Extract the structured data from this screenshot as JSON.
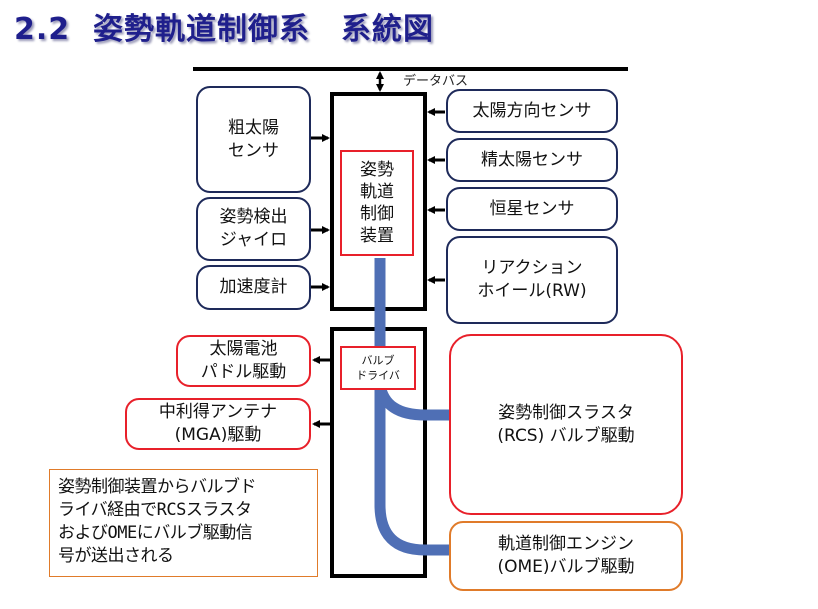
{
  "title": "2.2  姿勢軌道制御系　系統図",
  "bus": {
    "label": "データバス"
  },
  "controller": {
    "label": "姿勢\n軌道\n制御\n装置"
  },
  "valve_driver": {
    "label": "バルブ\nドライバ"
  },
  "left_inputs": [
    {
      "id": "coarse-sun-sensor",
      "label": "粗太陽\nセンサ"
    },
    {
      "id": "attitude-gyro",
      "label": "姿勢検出\nジャイロ"
    },
    {
      "id": "accelerometer",
      "label": "加速度計"
    }
  ],
  "right_inputs": [
    {
      "id": "sun-direction-sensor",
      "label": "太陽方向センサ"
    },
    {
      "id": "fine-sun-sensor",
      "label": "精太陽センサ"
    },
    {
      "id": "star-sensor",
      "label": "恒星センサ"
    },
    {
      "id": "reaction-wheel",
      "label": "リアクション\nホイール(RW)"
    }
  ],
  "left_outputs": [
    {
      "id": "solar-paddle-drive",
      "label": "太陽電池\nパドル駆動"
    },
    {
      "id": "mga-drive",
      "label": "中利得アンテナ\n(MGA)駆動"
    }
  ],
  "right_outputs": [
    {
      "id": "rcs-valve-drive",
      "label": "姿勢制御スラスタ\n(RCS) バルブ駆動"
    },
    {
      "id": "ome-valve-drive",
      "label": "軌道制御エンジン\n(OME)バルブ駆動"
    }
  ],
  "note": "姿勢制御装置からバルブド\nライバ経由でRCSスラスタ\nおよびOMEにバルブ駆動信\n号が送出される",
  "colors": {
    "title": "#1f1f8c",
    "box_border": "#1e2a5a",
    "highlight_red": "#e8202a",
    "highlight_orange": "#e07b2a",
    "signal_pipe": "#4f6fb5"
  }
}
